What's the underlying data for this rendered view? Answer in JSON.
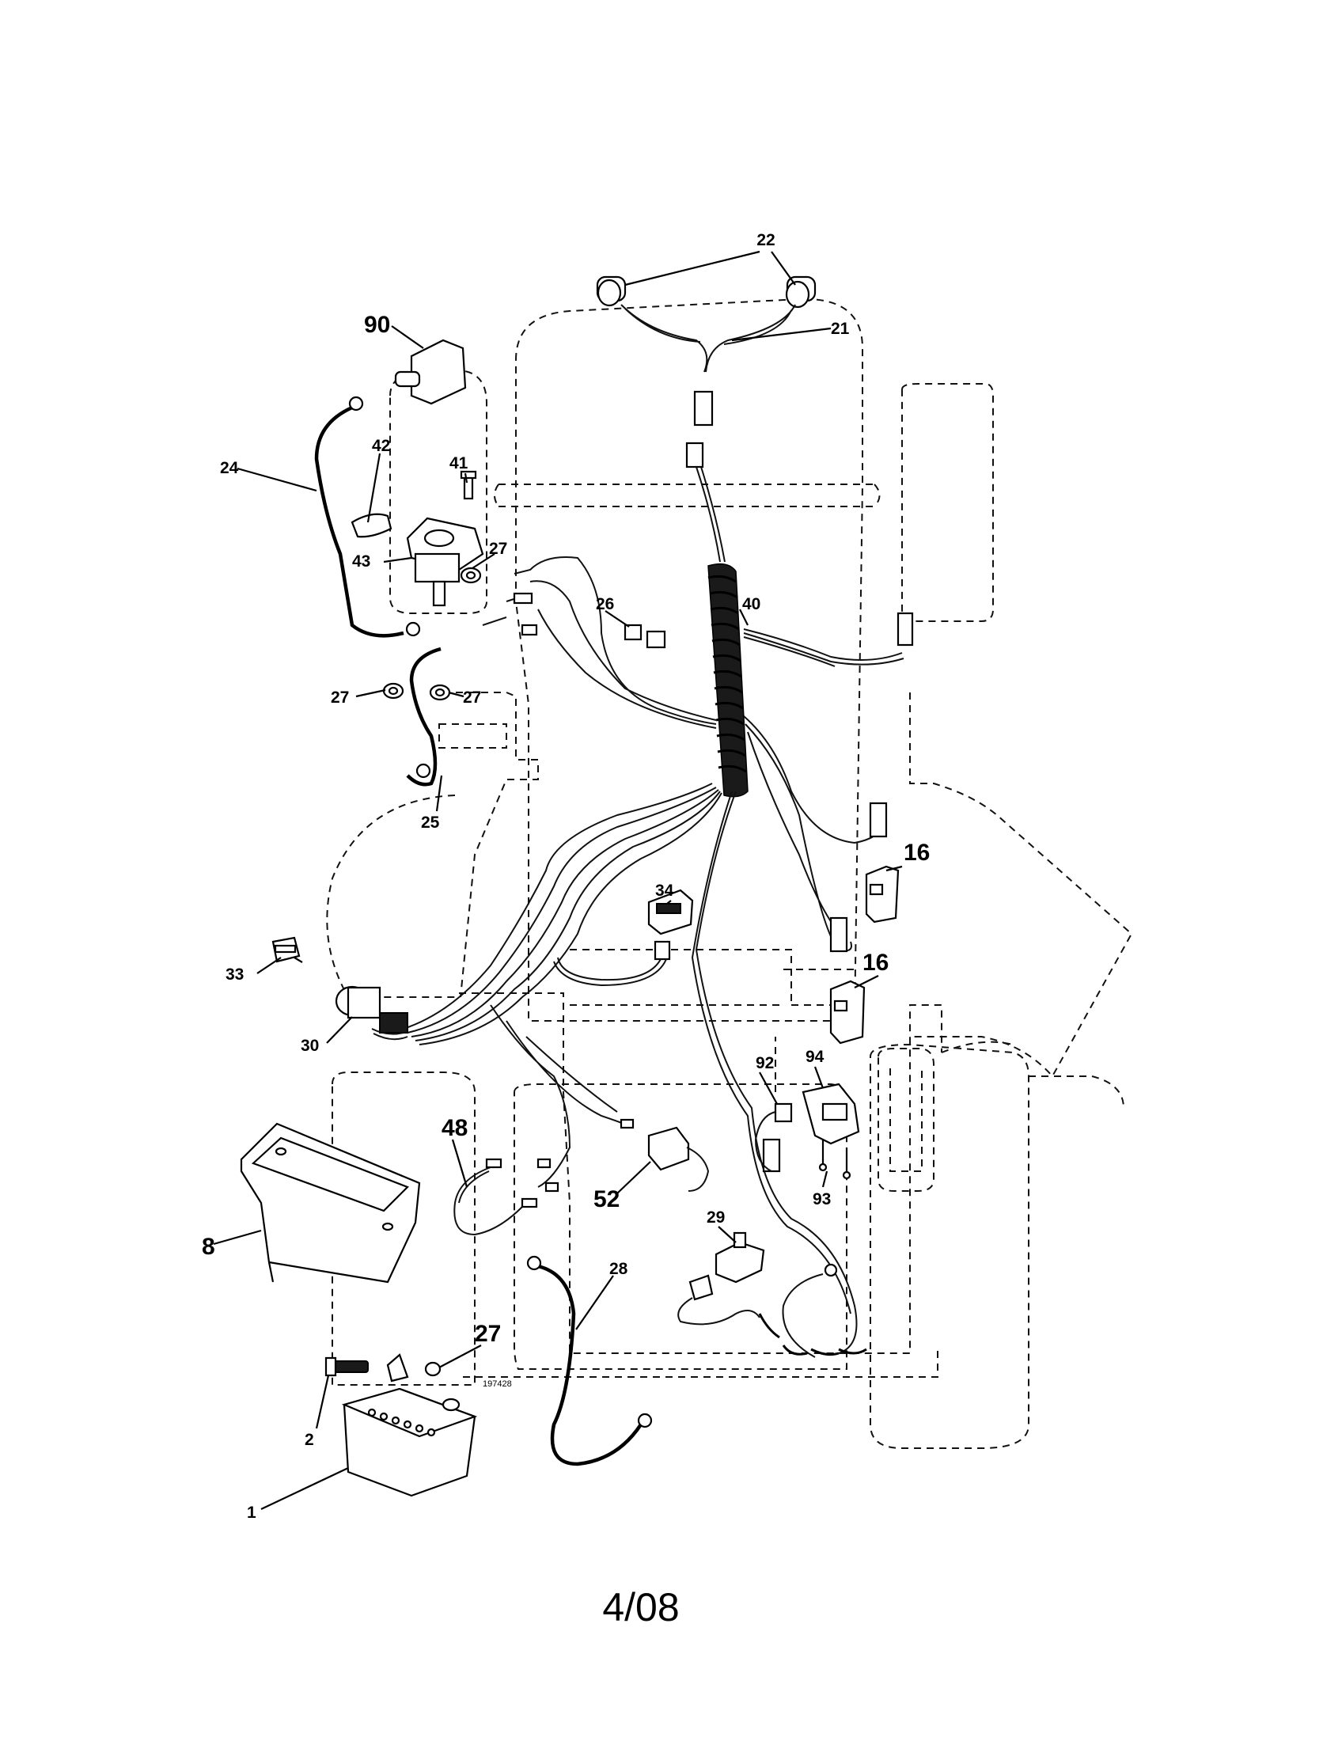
{
  "diagram": {
    "callouts": [
      {
        "id": "c22",
        "label": "22"
      },
      {
        "id": "c21",
        "label": "21"
      },
      {
        "id": "c90",
        "label": "90"
      },
      {
        "id": "c24",
        "label": "24"
      },
      {
        "id": "c42",
        "label": "42"
      },
      {
        "id": "c41",
        "label": "41"
      },
      {
        "id": "c43",
        "label": "43"
      },
      {
        "id": "c27a",
        "label": "27"
      },
      {
        "id": "c26",
        "label": "26"
      },
      {
        "id": "c40",
        "label": "40"
      },
      {
        "id": "c27b",
        "label": "27"
      },
      {
        "id": "c27c",
        "label": "27"
      },
      {
        "id": "c25",
        "label": "25"
      },
      {
        "id": "c16a",
        "label": "16"
      },
      {
        "id": "c34",
        "label": "34"
      },
      {
        "id": "c16b",
        "label": "16"
      },
      {
        "id": "c33",
        "label": "33"
      },
      {
        "id": "c30",
        "label": "30"
      },
      {
        "id": "c92",
        "label": "92"
      },
      {
        "id": "c94",
        "label": "94"
      },
      {
        "id": "c48",
        "label": "48"
      },
      {
        "id": "c93",
        "label": "93"
      },
      {
        "id": "c52",
        "label": "52"
      },
      {
        "id": "c8",
        "label": "8"
      },
      {
        "id": "c29",
        "label": "29"
      },
      {
        "id": "c28",
        "label": "28"
      },
      {
        "id": "c27d",
        "label": "27"
      },
      {
        "id": "c2",
        "label": "2"
      },
      {
        "id": "c1",
        "label": "1"
      }
    ],
    "drawing_number": "197428",
    "footer_date": "4/08"
  }
}
